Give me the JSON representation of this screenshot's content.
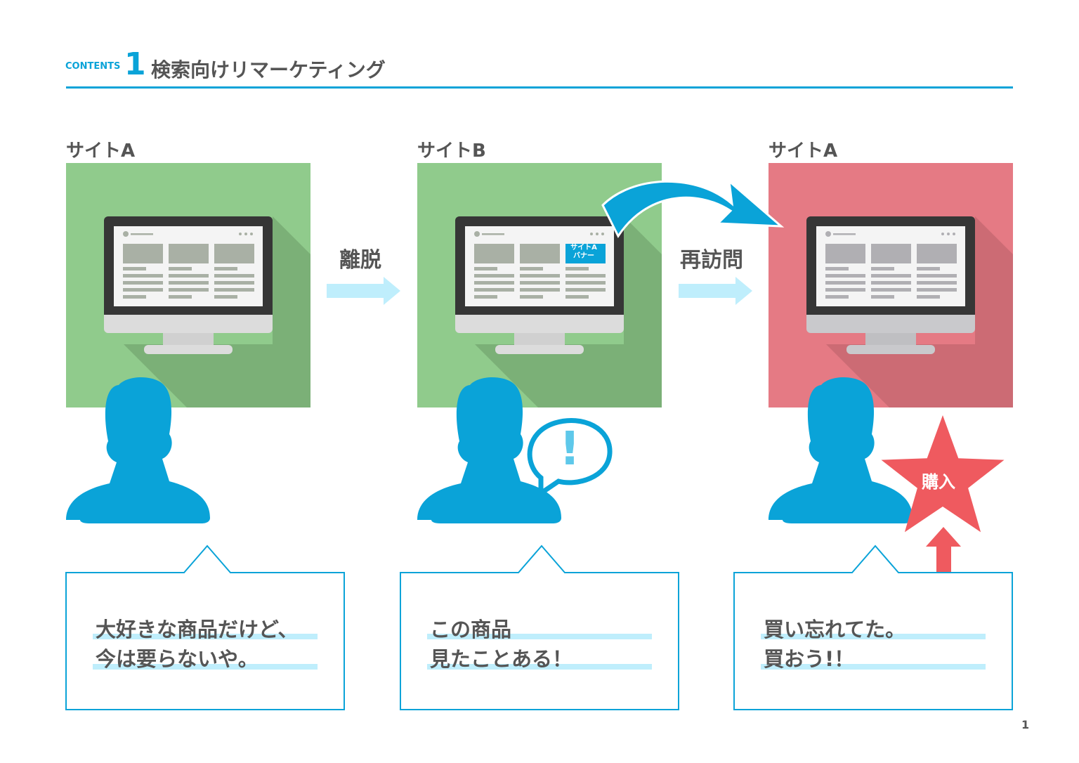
{
  "header": {
    "contents_label": "CONTENTS",
    "number": "1",
    "title": "検索向けリマーケティング"
  },
  "panels": [
    {
      "label": "サイトA",
      "bg": "#90cb8c",
      "shadow": "#7bb077",
      "callout": [
        "大好きな商品だけど、",
        "今は要らないや。"
      ]
    },
    {
      "label": "サイトB",
      "bg": "#90cb8c",
      "shadow": "#7bb077",
      "banner": [
        "サイトA",
        "バナー"
      ],
      "callout": [
        "この商品",
        "見たことある！"
      ]
    },
    {
      "label": "サイトA",
      "bg": "#e57a84",
      "shadow": "#cc6b74",
      "callout": [
        "買い忘れてた。",
        "買おう!！"
      ]
    }
  ],
  "steps": {
    "leave": "離脱",
    "revisit": "再訪問"
  },
  "purchase_label": "購入",
  "exclamation": "!",
  "page_number": "1",
  "colors": {
    "accent": "#0aa3d8",
    "light_arrow": "#bfeefc",
    "star": "#ef5a5f"
  }
}
